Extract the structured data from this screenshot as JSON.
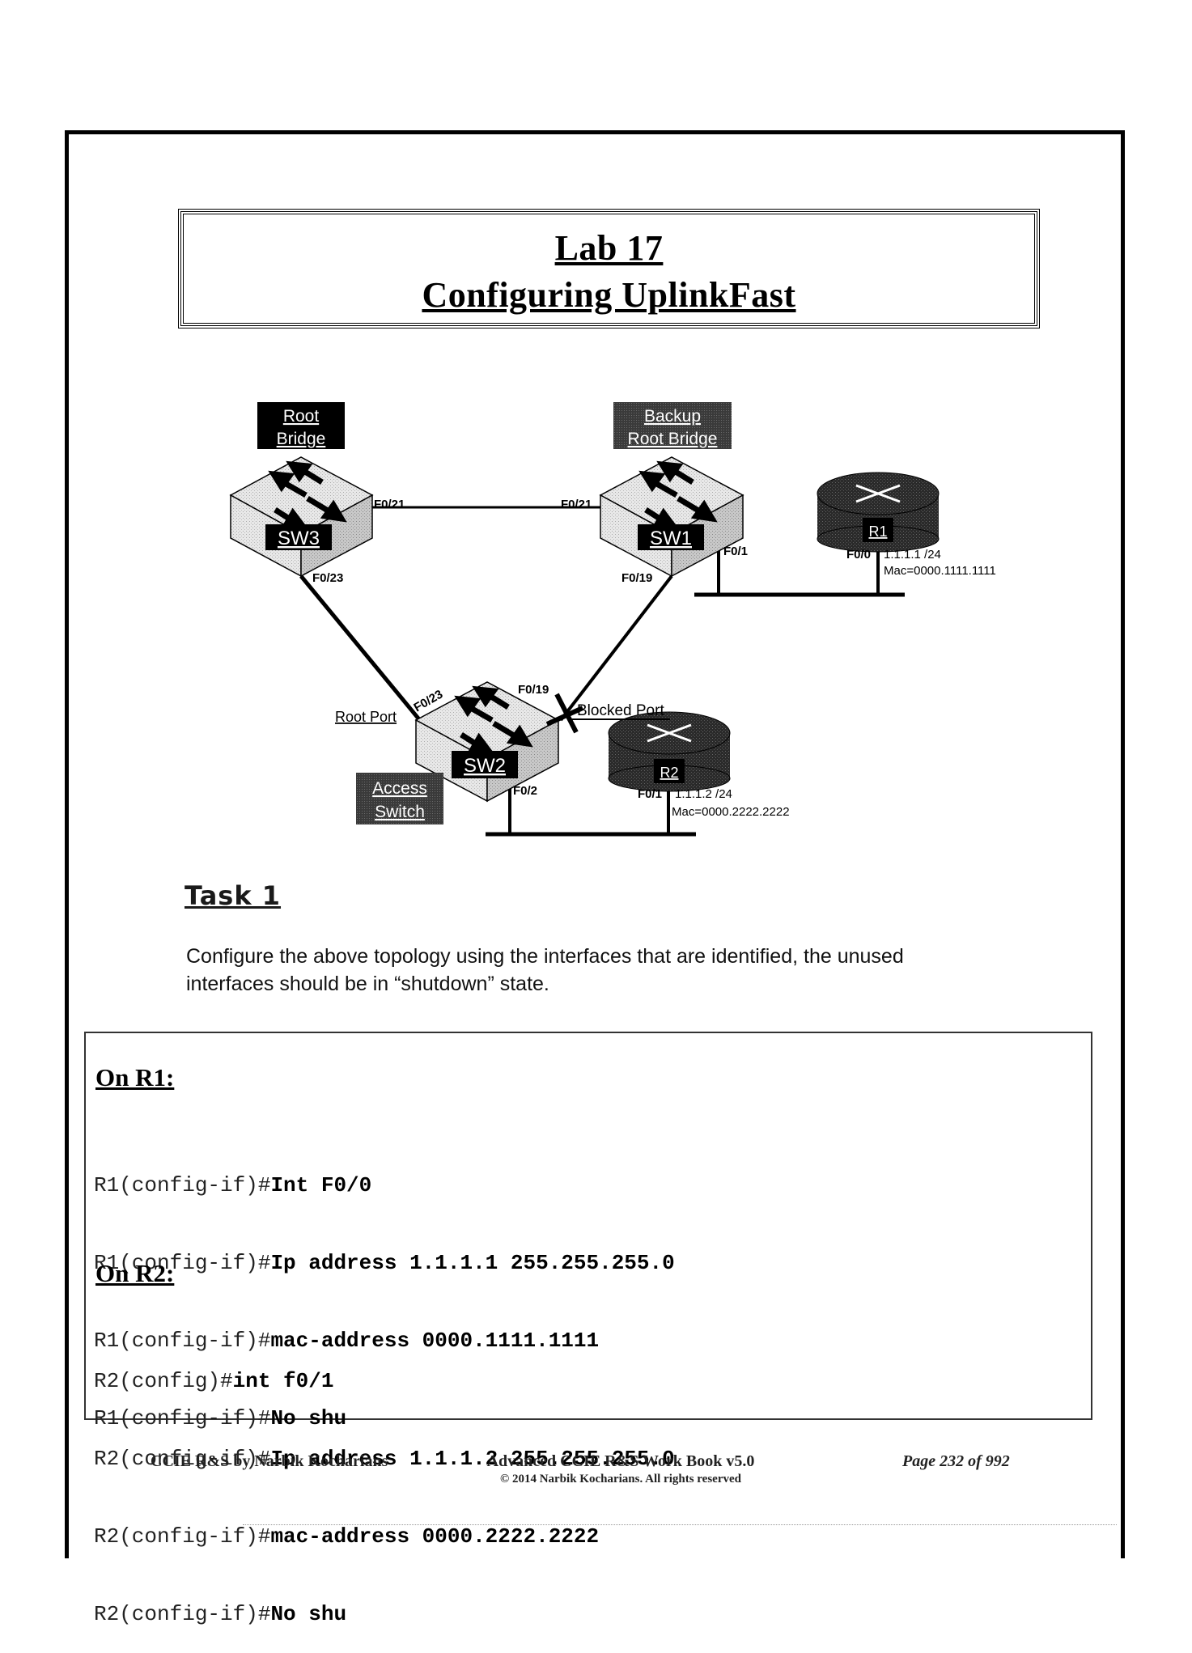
{
  "title": {
    "line1": "Lab 17",
    "line2": "Configuring UplinkFast"
  },
  "diagram": {
    "labels": {
      "root_bridge_1": "Root",
      "root_bridge_2": "Bridge",
      "backup_root_1": "Backup",
      "backup_root_2": "Root Bridge",
      "access_switch_1": "Access",
      "access_switch_2": "Switch",
      "root_port": "Root Port",
      "blocked_port": "Blocked Port"
    },
    "devices": {
      "sw3": "SW3",
      "sw1": "SW1",
      "sw2": "SW2",
      "r1": "R1",
      "r2": "R2"
    },
    "interfaces": {
      "sw3_f021": "F0/21",
      "sw3_f023": "F0/23",
      "sw1_f021": "F0/21",
      "sw1_f019": "F0/19",
      "sw1_f01": "F0/1",
      "sw2_f023": "F0/23",
      "sw2_f019": "F0/19",
      "sw2_f02": "F0/2",
      "r1_f00": "F0/0",
      "r2_f01": "F0/1"
    },
    "addressing": {
      "r1_ip": "1.1.1.1 /24",
      "r1_mac": "Mac=0000.1111.1111",
      "r2_ip": "1.1.1.2 /24",
      "r2_mac": "Mac=0000.2222.2222"
    }
  },
  "task": {
    "heading": "Task 1",
    "text": "Configure the above topology using the interfaces that are identified, the unused interfaces should be in “shutdown” state."
  },
  "config": {
    "r1": {
      "heading": "On R1:",
      "lines": [
        {
          "prompt": "R1(config-if)#",
          "cmd": "Int F0/0"
        },
        {
          "prompt": "R1(config-if)#",
          "cmd": "Ip address 1.1.1.1 255.255.255.0"
        },
        {
          "prompt": "R1(config-if)#",
          "cmd": "mac-address 0000.1111.1111"
        },
        {
          "prompt": "R1(config-if)#",
          "cmd": "No shu"
        }
      ]
    },
    "r2": {
      "heading": "On R2:",
      "lines": [
        {
          "prompt": "R2(config)#",
          "cmd": "int f0/1"
        },
        {
          "prompt": "R2(config-if)#",
          "cmd": "Ip address 1.1.1.2 255.255.255.0"
        },
        {
          "prompt": "R2(config-if)#",
          "cmd": "mac-address 0000.2222.2222"
        },
        {
          "prompt": "R2(config-if)#",
          "cmd": "No shu"
        }
      ]
    }
  },
  "footer": {
    "left": "CCIE R&S by Narbik Kocharians",
    "center": "Advanced CCIE R&S Work Book v5.0",
    "copyright": "© 2014 Narbik Kocharians. All rights reserved",
    "right": "Page 232 of 992"
  }
}
